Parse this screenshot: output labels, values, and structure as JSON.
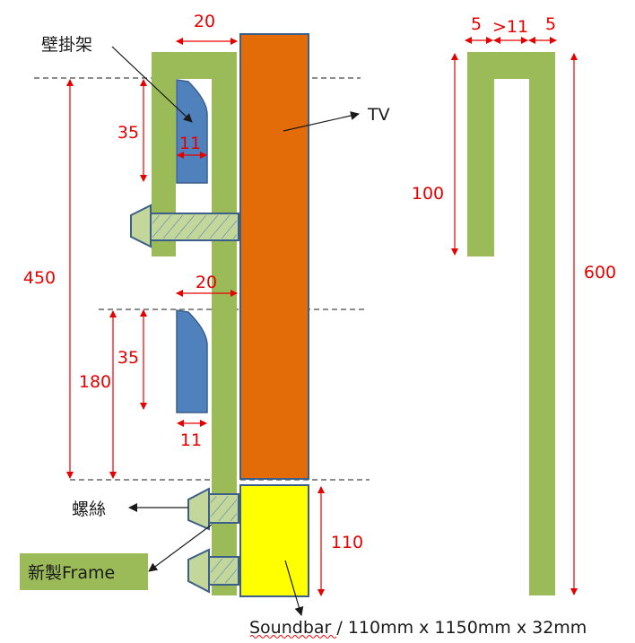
{
  "colors": {
    "bracket": "#9bbb59",
    "tv": "#e36c09",
    "soundbar": "#ffff00",
    "hook": "#4f81bd",
    "screw": "#c4d79b",
    "dimension": "#e60000",
    "line": "#1a1a1a"
  },
  "labels": {
    "wall_bracket": "壁掛架",
    "tv": "TV",
    "screw": "螺絲",
    "new_frame": "新製Frame",
    "soundbar": "Soundbar / 110mm x 1150mm x 32mm"
  },
  "dimensions": {
    "top_gap": "20",
    "hook_depth_upper": "35",
    "hook_width_upper": "11",
    "total_height": "450",
    "mid_gap": "20",
    "hook_depth_lower": "35",
    "lower_offset": "180",
    "hook_width_lower": "11",
    "soundbar_height": "110",
    "profile_wall_left": "5",
    "profile_gap": ">11",
    "profile_wall_right": "5",
    "profile_short_leg": "100",
    "profile_long_leg": "600"
  }
}
